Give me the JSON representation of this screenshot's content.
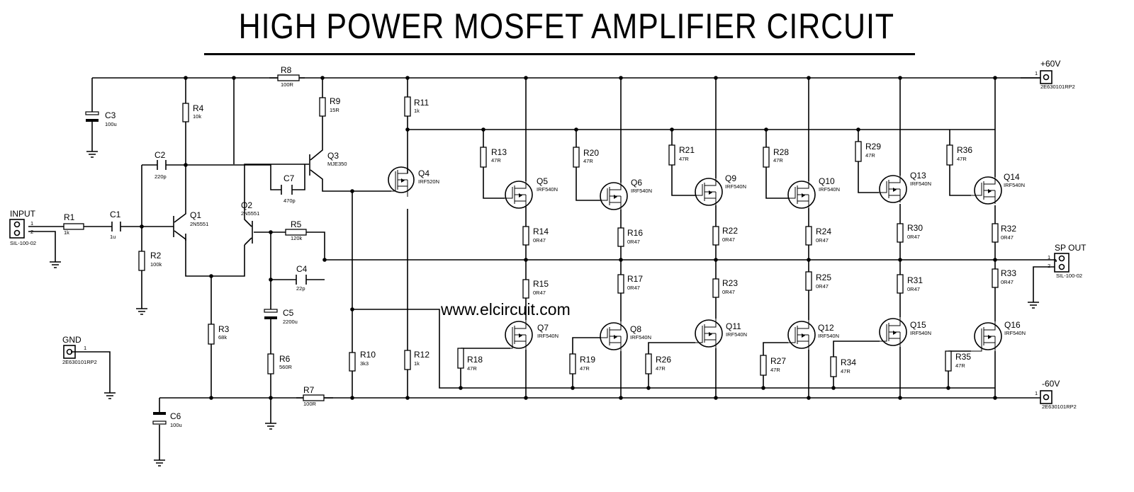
{
  "title": "HIGH POWER MOSFET AMPLIFIER CIRCUIT",
  "watermark": "www.elcircuit.com",
  "connectors": [
    {
      "ref": "INPUT",
      "part": "SIL-100-02",
      "pins": [
        "1",
        "2"
      ]
    },
    {
      "ref": "GND",
      "part": "2E630101RP2",
      "pins": [
        "1"
      ]
    },
    {
      "ref": "+60V",
      "part": "2E630101RP2",
      "pins": [
        "1"
      ]
    },
    {
      "ref": "-60V",
      "part": "2E630101RP2",
      "pins": [
        "1"
      ]
    },
    {
      "ref": "SP OUT",
      "part": "SIL-100-02",
      "pins": [
        "1",
        "2"
      ]
    }
  ],
  "resistors": [
    {
      "ref": "R1",
      "value": "1k"
    },
    {
      "ref": "R2",
      "value": "100k"
    },
    {
      "ref": "R3",
      "value": "68k"
    },
    {
      "ref": "R4",
      "value": "10k"
    },
    {
      "ref": "R5",
      "value": "120k"
    },
    {
      "ref": "R6",
      "value": "560R"
    },
    {
      "ref": "R7",
      "value": "100R"
    },
    {
      "ref": "R8",
      "value": "100R"
    },
    {
      "ref": "R9",
      "value": "15R"
    },
    {
      "ref": "R10",
      "value": "3k3"
    },
    {
      "ref": "R11",
      "value": "1k"
    },
    {
      "ref": "R12",
      "value": "1k"
    },
    {
      "ref": "R13",
      "value": "47R"
    },
    {
      "ref": "R20",
      "value": "47R"
    },
    {
      "ref": "R21",
      "value": "47R"
    },
    {
      "ref": "R28",
      "value": "47R"
    },
    {
      "ref": "R29",
      "value": "47R"
    },
    {
      "ref": "R36",
      "value": "47R"
    },
    {
      "ref": "R14",
      "value": "0R47"
    },
    {
      "ref": "R16",
      "value": "0R47"
    },
    {
      "ref": "R22",
      "value": "0R47"
    },
    {
      "ref": "R24",
      "value": "0R47"
    },
    {
      "ref": "R30",
      "value": "0R47"
    },
    {
      "ref": "R32",
      "value": "0R47"
    },
    {
      "ref": "R15",
      "value": "0R47"
    },
    {
      "ref": "R17",
      "value": "0R47"
    },
    {
      "ref": "R23",
      "value": "0R47"
    },
    {
      "ref": "R25",
      "value": "0R47"
    },
    {
      "ref": "R31",
      "value": "0R47"
    },
    {
      "ref": "R33",
      "value": "0R47"
    },
    {
      "ref": "R18",
      "value": "47R"
    },
    {
      "ref": "R19",
      "value": "47R"
    },
    {
      "ref": "R26",
      "value": "47R"
    },
    {
      "ref": "R27",
      "value": "47R"
    },
    {
      "ref": "R34",
      "value": "47R"
    },
    {
      "ref": "R35",
      "value": "47R"
    }
  ],
  "capacitors": [
    {
      "ref": "C1",
      "value": "1u"
    },
    {
      "ref": "C2",
      "value": "220p"
    },
    {
      "ref": "C3",
      "value": "100u"
    },
    {
      "ref": "C4",
      "value": "22p"
    },
    {
      "ref": "C5",
      "value": "2200u"
    },
    {
      "ref": "C6",
      "value": "100u"
    },
    {
      "ref": "C7",
      "value": "470p"
    }
  ],
  "transistors": [
    {
      "ref": "Q1",
      "part": "2N5551"
    },
    {
      "ref": "Q2",
      "part": "2N5551"
    },
    {
      "ref": "Q3",
      "part": "MJE350"
    },
    {
      "ref": "Q4",
      "part": "IRF520N"
    },
    {
      "ref": "Q5",
      "part": "IRF540N"
    },
    {
      "ref": "Q6",
      "part": "IRF540N"
    },
    {
      "ref": "Q9",
      "part": "IRF540N"
    },
    {
      "ref": "Q10",
      "part": "IRF540N"
    },
    {
      "ref": "Q13",
      "part": "IRF540N"
    },
    {
      "ref": "Q14",
      "part": "IRF540N"
    },
    {
      "ref": "Q7",
      "part": "IRF540N"
    },
    {
      "ref": "Q8",
      "part": "IRF540N"
    },
    {
      "ref": "Q11",
      "part": "IRF540N"
    },
    {
      "ref": "Q12",
      "part": "IRF540N"
    },
    {
      "ref": "Q15",
      "part": "IRF540N"
    },
    {
      "ref": "Q16",
      "part": "IRF540N"
    }
  ]
}
